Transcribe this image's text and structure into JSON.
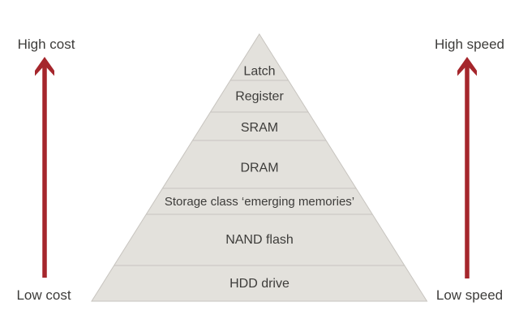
{
  "diagram": {
    "type": "pyramid-hierarchy",
    "pyramid": {
      "levels": [
        {
          "label": "Latch"
        },
        {
          "label": "Register"
        },
        {
          "label": "SRAM"
        },
        {
          "label": "DRAM"
        },
        {
          "label": "Storage class ‘emerging memories’"
        },
        {
          "label": "NAND flash"
        },
        {
          "label": "HDD drive"
        }
      ],
      "fill_color": "#E3E1DC",
      "line_color": "#C7C4BF"
    },
    "left_axis": {
      "top_label": "High cost",
      "bottom_label": "Low cost"
    },
    "right_axis": {
      "top_label": "High speed",
      "bottom_label": "Low speed"
    },
    "arrow_color": "#A5262C",
    "text_color": "#3D3C3A"
  }
}
